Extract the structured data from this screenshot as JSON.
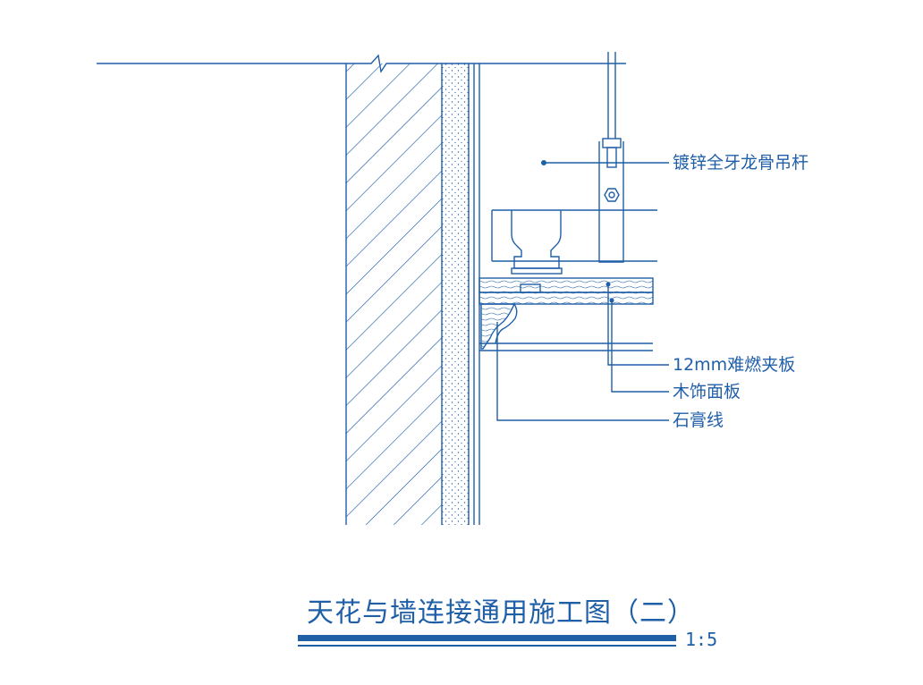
{
  "labels": {
    "hanger_rod": "镀锌全牙龙骨吊杆",
    "plywood": "12mm难燃夹板",
    "wood_panel": "木饰面板",
    "gypsum_line": "石膏线"
  },
  "title": "天花与墙连接通用施工图（二）",
  "scale": "1:5",
  "colors": {
    "line": "#1f5fa8",
    "background": "#ffffff"
  }
}
